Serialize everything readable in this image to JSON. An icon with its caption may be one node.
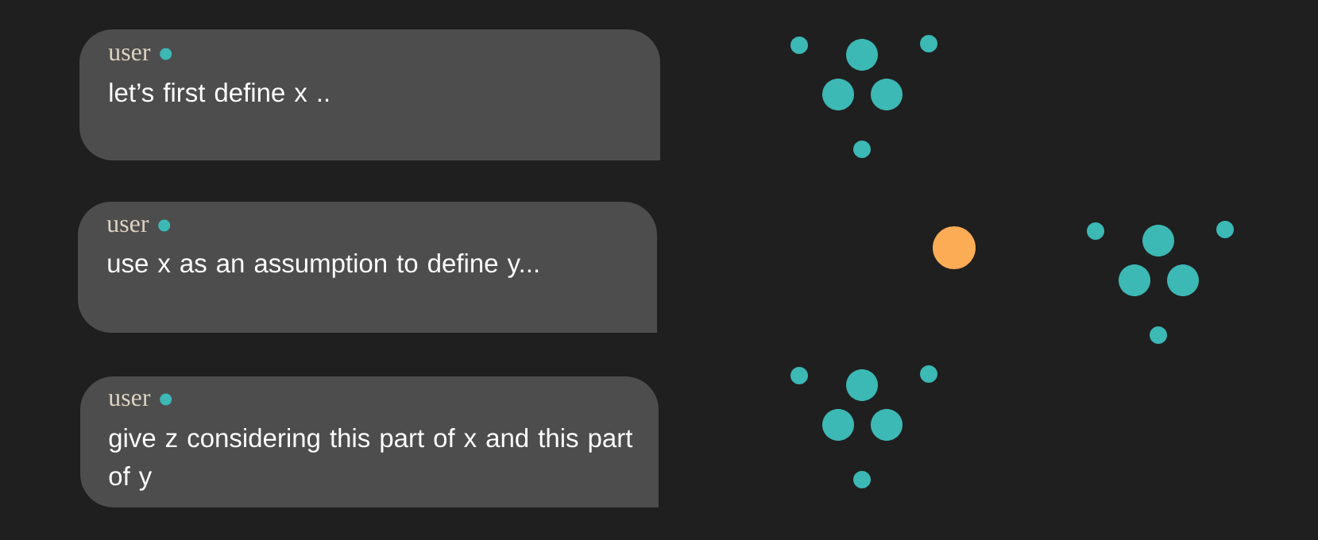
{
  "diagram": {
    "nodes": [
      {
        "text": [
          "user",
          "let’s first define x .."
        ]
      },
      {
        "text": [
          "user",
          "use x as an assumption to define y..."
        ]
      },
      {
        "text": [
          "user",
          "give z considering this part of x and this part of y"
        ]
      }
    ]
  }
}
